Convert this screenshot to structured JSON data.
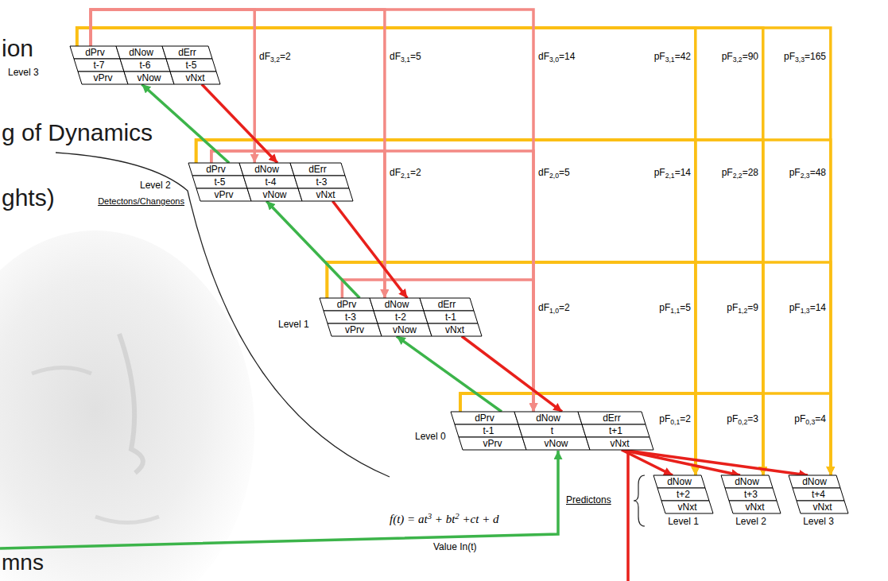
{
  "diagram": {
    "nodes": [
      {
        "text": [
          "Level 3",
          "dPrv",
          "dNow",
          "dErr",
          "t-7",
          "t-6",
          "t-5",
          "vPrv",
          "vNow",
          "vNxt"
        ]
      },
      {
        "text": [
          "Level 2",
          "dPrv",
          "dNow",
          "dErr",
          "t-5",
          "t-4",
          "t-3",
          "vPrv",
          "vNow",
          "vNxt"
        ]
      },
      {
        "text": [
          "Level 1",
          "dPrv",
          "dNow",
          "dErr",
          "t-3",
          "t-2",
          "t-1",
          "vPrv",
          "vNow",
          "vNxt"
        ]
      },
      {
        "text": [
          "Level 0",
          "dPrv",
          "dNow",
          "dErr",
          "t-1",
          "t",
          "t+1",
          "vPrv",
          "vNow",
          "vNxt"
        ]
      },
      {
        "text": [
          "dNow",
          "t+2",
          "vNxt",
          "Level 1"
        ]
      },
      {
        "text": [
          "dNow",
          "t+3",
          "vNxt",
          "Level 2"
        ]
      },
      {
        "text": [
          "dNow",
          "t+4",
          "vNxt",
          "Level 3"
        ]
      }
    ],
    "edges": [
      {
        "from": 3,
        "to": 2,
        "arrow": "to"
      },
      {
        "from": 2,
        "to": 1,
        "arrow": "to"
      },
      {
        "from": 1,
        "to": 0,
        "arrow": "to"
      },
      {
        "from": 0,
        "to": 1,
        "arrow": "to"
      },
      {
        "from": 1,
        "to": 2,
        "arrow": "to"
      },
      {
        "from": 2,
        "to": 3,
        "arrow": "to"
      },
      {
        "from": 3,
        "to": 4,
        "arrow": "to"
      },
      {
        "from": 3,
        "to": 5,
        "arrow": "to"
      },
      {
        "from": 3,
        "to": 6,
        "arrow": "to"
      },
      {
        "from": 0,
        "to": 1,
        "arrow": "to"
      },
      {
        "from": 0,
        "to": 2,
        "arrow": "to"
      },
      {
        "from": 0,
        "to": 3,
        "arrow": "to"
      },
      {
        "from": 1,
        "to": 2,
        "arrow": "to"
      },
      {
        "from": 1,
        "to": 3,
        "arrow": "to"
      },
      {
        "from": 2,
        "to": 3,
        "arrow": "to"
      },
      {
        "from": 0,
        "to": 4,
        "arrow": "to"
      },
      {
        "from": 0,
        "to": 5,
        "arrow": "to"
      },
      {
        "from": 0,
        "to": 6,
        "arrow": "to"
      },
      {
        "from": 1,
        "to": 4,
        "arrow": "to"
      },
      {
        "from": 1,
        "to": 5,
        "arrow": "to"
      },
      {
        "from": 1,
        "to": 6,
        "arrow": "to"
      },
      {
        "from": 2,
        "to": 4,
        "arrow": "to"
      },
      {
        "from": 2,
        "to": 5,
        "arrow": "to"
      },
      {
        "from": 2,
        "to": 6,
        "arrow": "to"
      },
      {
        "from": 3,
        "to": 4,
        "arrow": "to"
      },
      {
        "from": 3,
        "to": 5,
        "arrow": "to"
      },
      {
        "from": 3,
        "to": 6,
        "arrow": "to"
      }
    ],
    "labels": [
      "dF3,2=2",
      "dF3,1=5",
      "dF3,0=14",
      "pF3,1=42",
      "pF3,2=90",
      "pF3,3=165",
      "dF2,1=2",
      "dF2,0=5",
      "pF2,1=14",
      "pF2,2=28",
      "pF2,3=48",
      "dF1,0=2",
      "pF1,1=5",
      "pF1,2=9",
      "pF1,3=14",
      "pF0,1=2",
      "pF0,2=3",
      "pF0,3=4",
      "f(t) = at3 + bt2 +ct + d",
      "Value In(t)",
      "Detectons/Changeons",
      "Predictons",
      "ion",
      "g of Dynamics",
      "ghts)",
      "mns"
    ]
  }
}
